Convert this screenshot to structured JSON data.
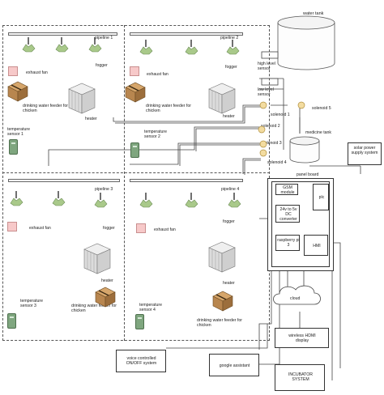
{
  "rooms": [
    {
      "pipeline": "pipeline 1",
      "fogger": "fogger",
      "exhaust_fan": "exhaust fan",
      "feeder": "drinking water feeder for chicken",
      "heater": "heater",
      "temperature_sensor": "temperature sensor 1"
    },
    {
      "pipeline": "pipeline 2",
      "fogger": "fogger",
      "exhaust_fan": "exhaust fan",
      "feeder": "drinking water feeder for chicken",
      "heater": "heater",
      "temperature_sensor": "temperature sensor 2"
    },
    {
      "pipeline": "pipeline 3",
      "fogger": "fogger",
      "exhaust_fan": "exhaust fan",
      "feeder": "drinking water feeder for chicken",
      "heater": "heater",
      "temperature_sensor": "temperature sensor 3"
    },
    {
      "pipeline": "pipeline 4",
      "fogger": "fogger",
      "exhaust_fan": "exhaust fan",
      "feeder": "drinking water feeder for chicken",
      "heater": "heater",
      "temperature_sensor": "temperature sensor 4"
    }
  ],
  "water_tank": "water tank",
  "high_level_sensor": "high level sensor",
  "low_level_sensor": "low level sensor",
  "medicine_tank": "medicine tank",
  "solenoids": [
    "solenoid 1",
    "solenoid 2",
    "solenoid 3",
    "solenoid 4",
    "solenoid 5"
  ],
  "solar_power": "solar power supply system",
  "panel_board": "panel board",
  "gsm_module": "GSM module",
  "plc": "plc",
  "dc_converter": "24v to 5v DC converter",
  "raspberry_pi": "raspberry pi 3",
  "hmi": "HMI",
  "cloud": "cloud",
  "wireless_hmi": "wireless HDMI display",
  "voice_control": "voice controlled ON/OFF system",
  "google_assistant": "google assistant",
  "incubator": "INCUBATOR SYSTEM",
  "colors": {
    "fogger_green": "#a9c98a",
    "exhaust_pink": "#f7c9c9",
    "feeder_brown": "#b8864f",
    "sensor_green": "#7fa67f"
  }
}
